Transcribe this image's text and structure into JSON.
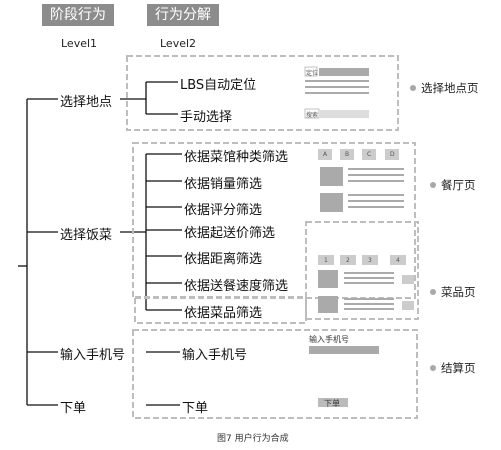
{
  "headers": {
    "stage_behavior": "阶段行为",
    "behavior_decompose": "行为分解"
  },
  "levels": {
    "level1": "Level1",
    "level2": "Level2"
  },
  "level1_items": [
    "选择地点",
    "选择饭菜",
    "输入手机号",
    "下单"
  ],
  "level2_items": [
    "LBS自动定位",
    "手动选择",
    "依据菜馆种类筛选",
    "依据销量筛选",
    "依据评分筛选",
    "依据起送价筛选",
    "依据距离筛选",
    "依据送餐速度筛选",
    "依据菜品筛选",
    "输入手机号",
    "下单"
  ],
  "pages": [
    "选择地点页",
    "餐厅页",
    "菜品页",
    "结算页"
  ],
  "mock": {
    "location_label": "定位",
    "search_label": "搜索",
    "tabs_a": [
      "A",
      "B",
      "C",
      "D"
    ],
    "tabs_num": [
      "1",
      "2",
      "3",
      "4"
    ],
    "phone_label": "输入手机号",
    "order_button": "下单"
  },
  "caption": "图7 用户行为合成"
}
